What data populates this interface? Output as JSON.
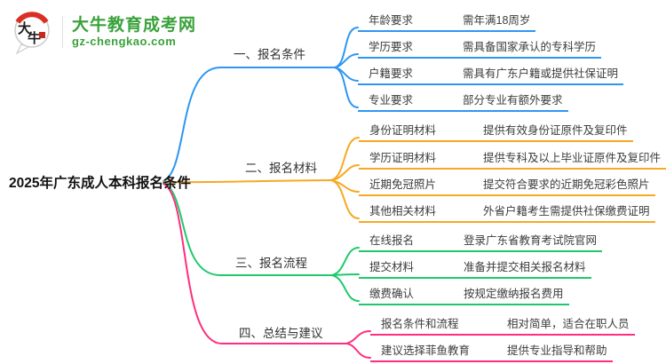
{
  "logo": {
    "icon_text": "大牛",
    "site_name": "大牛教育成考网",
    "site_url": "gz-chengkao.com",
    "brand_color": "#39A23A",
    "accent_red": "#D93025"
  },
  "central": {
    "title": "2025年广东成人本科报名条件"
  },
  "branches": [
    {
      "label": "一、报名条件",
      "color": "#2E97F2",
      "rows": [
        {
          "label": "年龄要求",
          "value": "需年满18周岁"
        },
        {
          "label": "学历要求",
          "value": "需具备国家承认的专科学历"
        },
        {
          "label": "户籍要求",
          "value": "需具有广东户籍或提供社保证明"
        },
        {
          "label": "专业要求",
          "value": "部分专业有额外要求"
        }
      ]
    },
    {
      "label": "二、报名材料",
      "color": "#F7A823",
      "rows": [
        {
          "label": "身份证明材料",
          "value": "提供有效身份证原件及复印件"
        },
        {
          "label": "学历证明材料",
          "value": "提供专科及以上毕业证原件及复印件"
        },
        {
          "label": "近期免冠照片",
          "value": "提交符合要求的近期免冠彩色照片"
        },
        {
          "label": "其他相关材料",
          "value": "外省户籍考生需提供社保缴费证明"
        }
      ]
    },
    {
      "label": "三、报名流程",
      "color": "#1DC96B",
      "rows": [
        {
          "label": "在线报名",
          "value": "登录广东省教育考试院官网"
        },
        {
          "label": "提交材料",
          "value": "准备并提交相关报名材料"
        },
        {
          "label": "缴费确认",
          "value": "按规定缴纳报名费用"
        }
      ]
    },
    {
      "label": "四、总结与建议",
      "color": "#FF2E7E",
      "rows": [
        {
          "label": "报名条件和流程",
          "value": "相对简单，适合在职人员"
        },
        {
          "label": "建议选择菲鱼教育",
          "value": "提供专业指导和帮助"
        }
      ]
    }
  ]
}
